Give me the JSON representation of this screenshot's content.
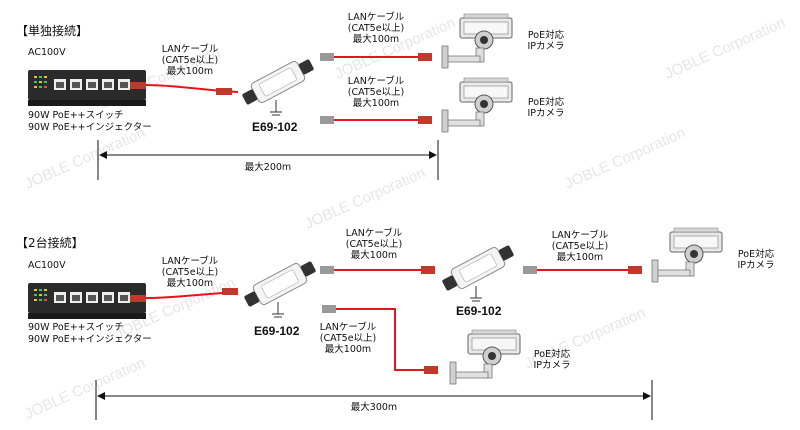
{
  "single": {
    "header": "【単独接続】",
    "ac": "AC100V",
    "switch_line1": "90W PoE++スイッチ",
    "switch_line2": "90W PoE++インジェクター",
    "cable_in": [
      "LANケーブル",
      "(CAT5e以上)",
      "最大100m"
    ],
    "cable_out1": [
      "LANケーブル",
      "(CAT5e以上)",
      "最大100m"
    ],
    "cable_out2": [
      "LANケーブル",
      "(CAT5e以上)",
      "最大100m"
    ],
    "device": "E69-102",
    "camera1": [
      "PoE対応",
      "IPカメラ"
    ],
    "camera2": [
      "PoE対応",
      "IPカメラ"
    ],
    "distance": "最大200m"
  },
  "dual": {
    "header": "【2台接続】",
    "ac": "AC100V",
    "switch_line1": "90W PoE++スイッチ",
    "switch_line2": "90W PoE++インジェクター",
    "cable_in": [
      "LANケーブル",
      "(CAT5e以上)",
      "最大100m"
    ],
    "cable_mid": [
      "LANケーブル",
      "(CAT5e以上)",
      "最大100m"
    ],
    "cable_right": [
      "LANケーブル",
      "(CAT5e以上)",
      "最大100m"
    ],
    "cable_down": [
      "LANケーブル",
      "(CAT5e以上)",
      "最大100m"
    ],
    "device1": "E69-102",
    "device2": "E69-102",
    "camera1": [
      "PoE対応",
      "IPカメラ"
    ],
    "camera2": [
      "PoE対応",
      "IPカメラ"
    ],
    "distance": "最大300m"
  },
  "watermark": "JOBLE Corporation",
  "colors": {
    "cable": "#e8141c",
    "connector": "#c0392b",
    "switch": "#2b2b2b",
    "arrow": "#111111"
  }
}
